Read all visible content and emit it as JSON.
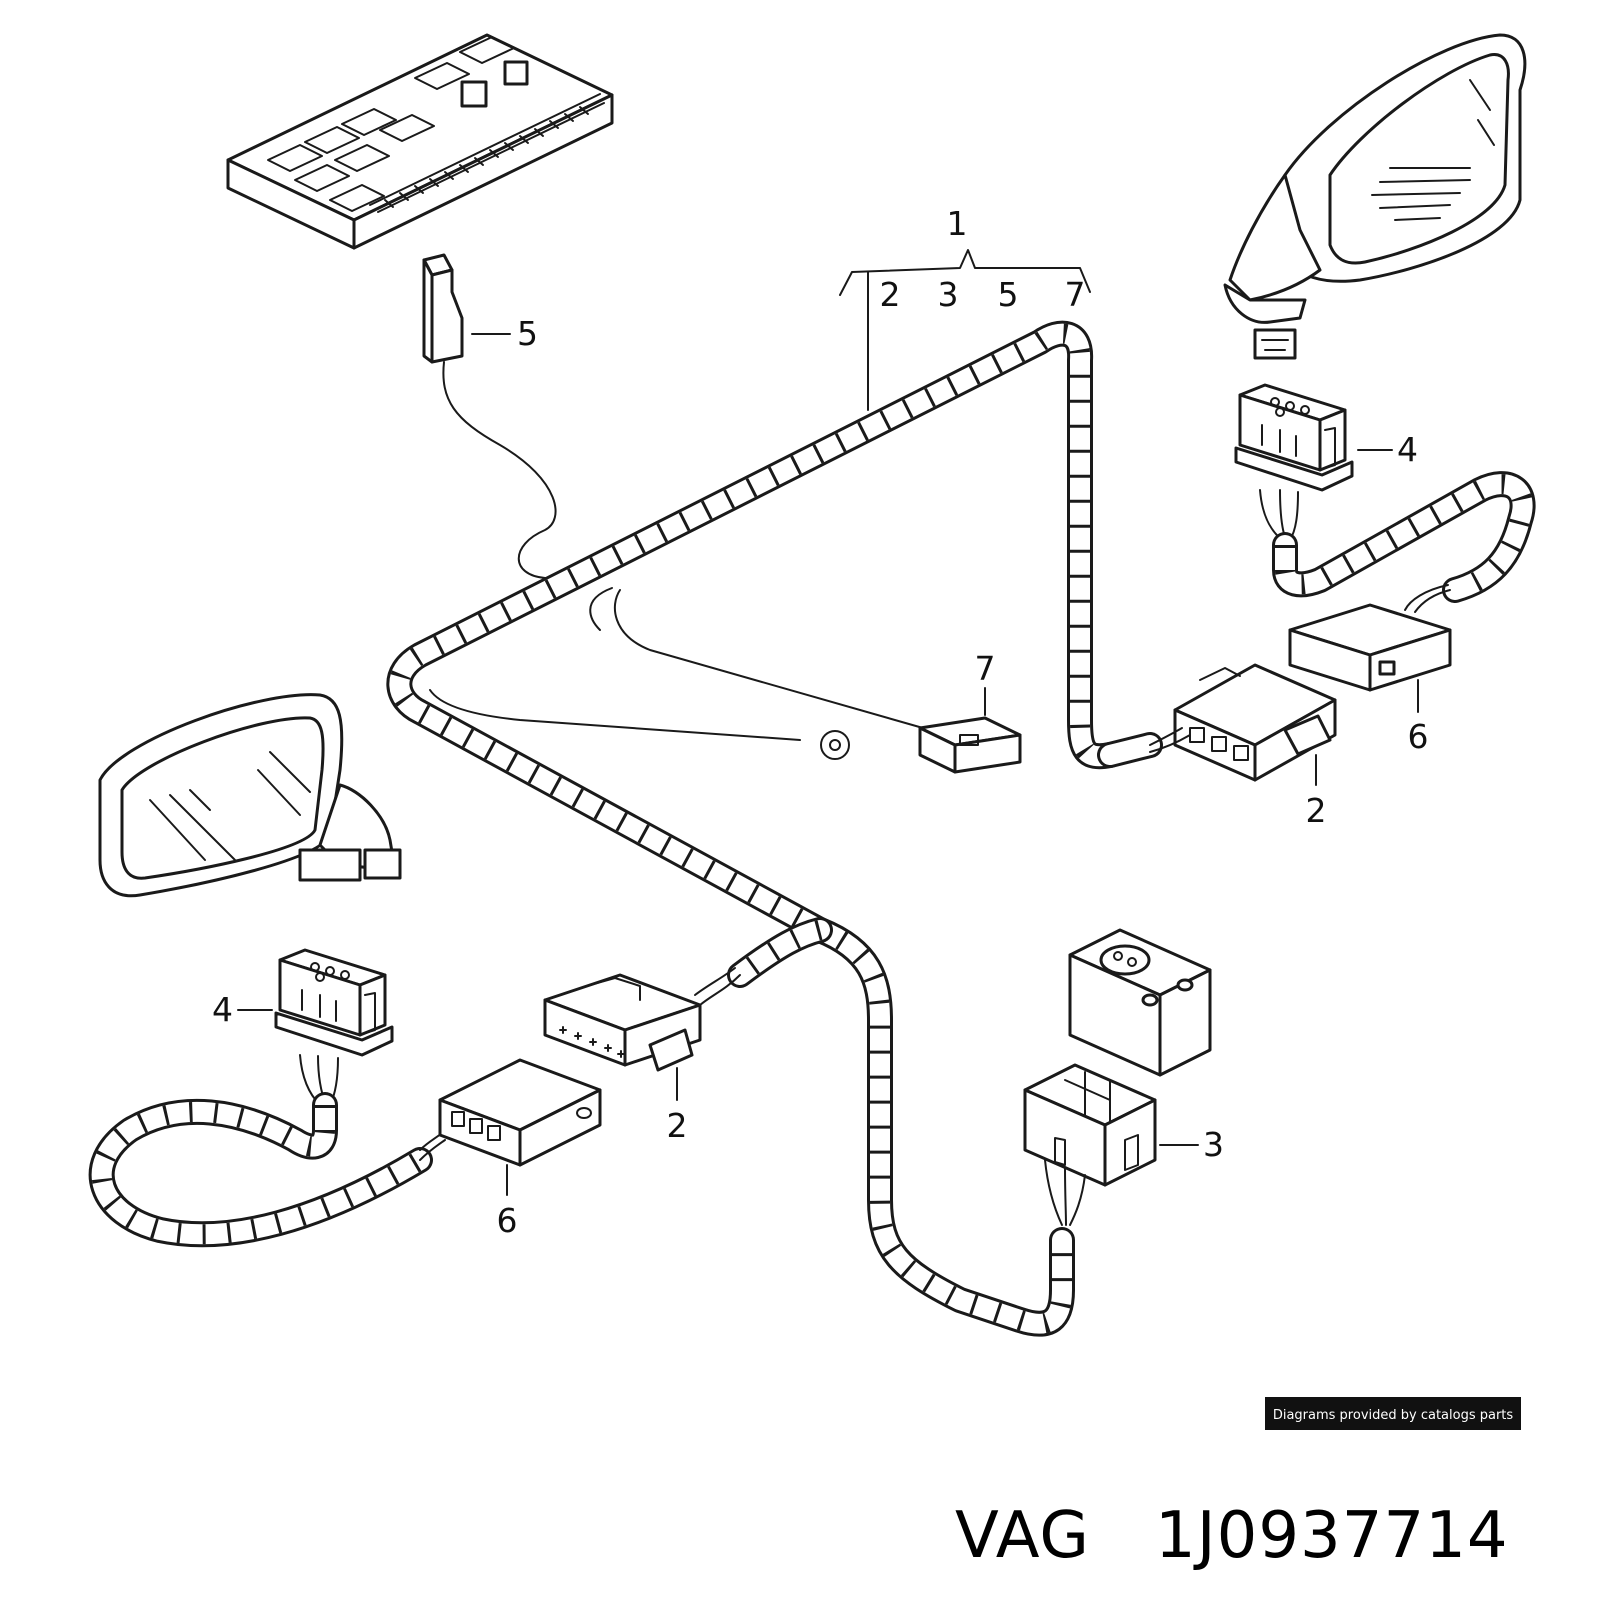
{
  "diagram": {
    "group_label": "1",
    "group_members": [
      "2",
      "3",
      "5",
      "7"
    ],
    "callouts": {
      "fuse_sensor": "5",
      "ground_connector": "7",
      "right_mirror_connector": "4",
      "right_inline_connector": "6",
      "right_harness_plug": "2",
      "left_mirror_connector": "4",
      "left_harness_plug": "2",
      "left_inline_connector": "6",
      "switch_connector": "3"
    }
  },
  "footer": {
    "credit": "Diagrams provided by catalogs parts",
    "brand": "VAG",
    "part_number": "1J0937714"
  }
}
